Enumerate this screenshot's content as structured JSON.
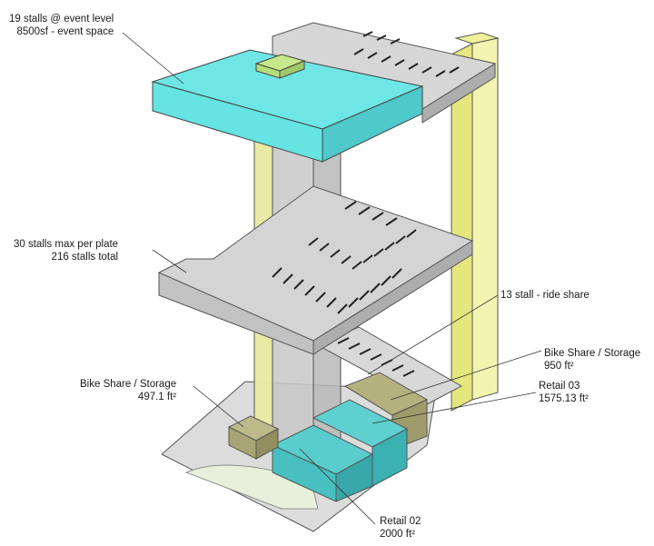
{
  "labels": {
    "event_level": {
      "line1": "19 stalls @ event level",
      "line2": "8500sf - event space"
    },
    "plate": {
      "line1": "30 stalls max per plate",
      "line2": "216 stalls total"
    },
    "ride_share": {
      "line1": "13 stall - ride share"
    },
    "bike_share_right": {
      "line1": "Bike Share / Storage",
      "line2": "950 ft²"
    },
    "retail_03": {
      "line1": "Retail 03",
      "line2": "1575.13 ft²"
    },
    "bike_share_left": {
      "line1": "Bike Share / Storage",
      "line2": "497.1 ft²"
    },
    "retail_02": {
      "line1": "Retail 02",
      "line2": "2000 ft²"
    }
  },
  "colors": {
    "event_space": "#66e6e6",
    "slab": "#d8d8d8",
    "core_yellow": "#eef09a",
    "retail": "#4cc4c6",
    "bike_storage": "#a9a573"
  }
}
